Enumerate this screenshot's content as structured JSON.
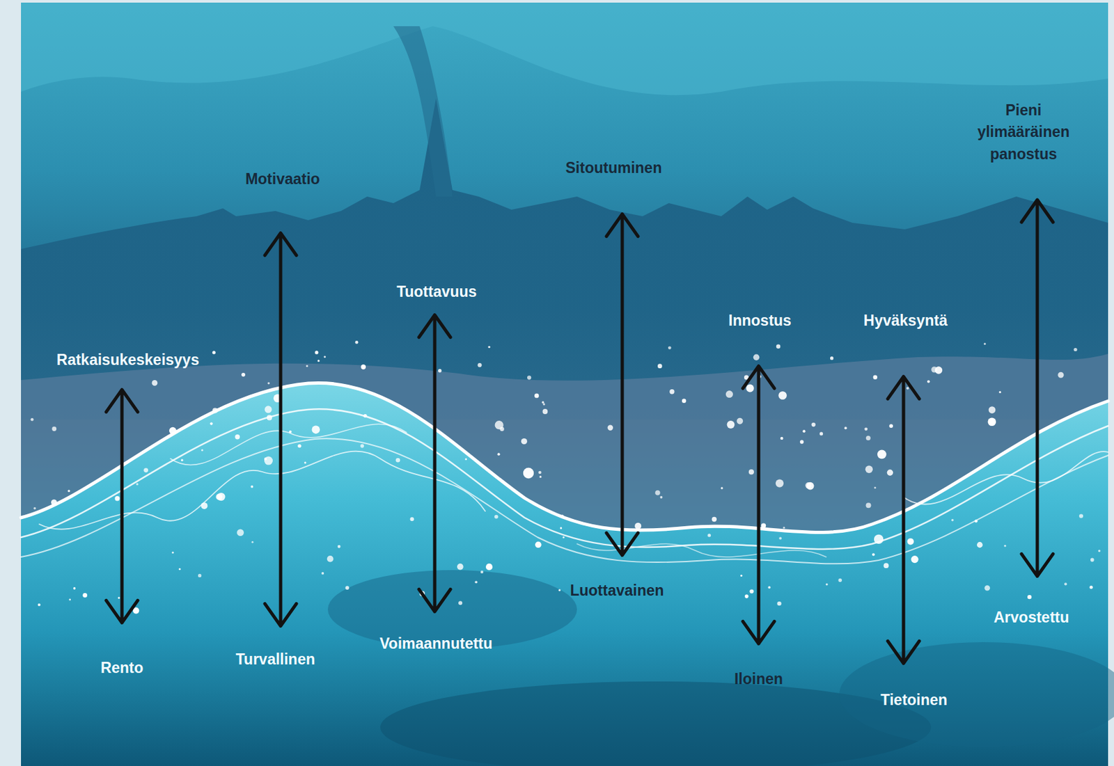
{
  "diagram": {
    "nodes": [
      {
        "text": [
          "Ratkaisukeskeisyys"
        ]
      },
      {
        "text": [
          "Rento"
        ]
      },
      {
        "text": [
          "Motivaatio"
        ]
      },
      {
        "text": [
          "Turvallinen"
        ]
      },
      {
        "text": [
          "Tuottavuus"
        ]
      },
      {
        "text": [
          "Voimaannutettu"
        ]
      },
      {
        "text": [
          "Sitoutuminen"
        ]
      },
      {
        "text": [
          "Luottavainen"
        ]
      },
      {
        "text": [
          "Innostus"
        ]
      },
      {
        "text": [
          "Iloinen"
        ]
      },
      {
        "text": [
          "Hyväksyntä"
        ]
      },
      {
        "text": [
          "Tietoinen"
        ]
      },
      {
        "text": [
          "Pieni ylimääräinen panostus"
        ]
      },
      {
        "text": [
          "Arvostettu"
        ]
      }
    ],
    "edges": [
      {
        "from": 0,
        "to": 1,
        "arrow": "both"
      },
      {
        "from": 2,
        "to": 3,
        "arrow": "both"
      },
      {
        "from": 4,
        "to": 5,
        "arrow": "both"
      },
      {
        "from": 6,
        "to": 7,
        "arrow": "both"
      },
      {
        "from": 8,
        "to": 9,
        "arrow": "both"
      },
      {
        "from": 10,
        "to": 11,
        "arrow": "both"
      },
      {
        "from": 12,
        "to": 13,
        "arrow": "both"
      }
    ]
  }
}
